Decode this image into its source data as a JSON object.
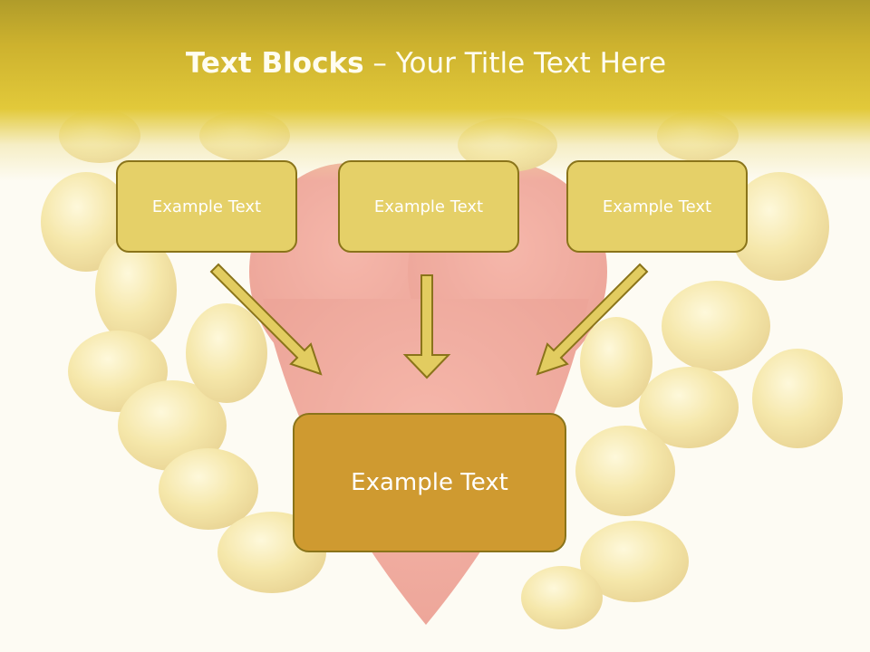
{
  "title": {
    "bold_part": "Text Blocks",
    "rest": " – Your Title Text Here"
  },
  "boxes": {
    "top_left": "Example Text",
    "top_center": "Example Text",
    "top_right": "Example Text",
    "bottom": "Example Text"
  },
  "background": {
    "description_icon": "oil-capsules-heart-image"
  },
  "colors": {
    "header": "#cdb22e",
    "small_box_fill": "#e5d068",
    "big_box_fill": "#cf9a30",
    "box_border": "#8a741a",
    "arrow_fill": "#e2cc60",
    "text": "#ffffff"
  }
}
